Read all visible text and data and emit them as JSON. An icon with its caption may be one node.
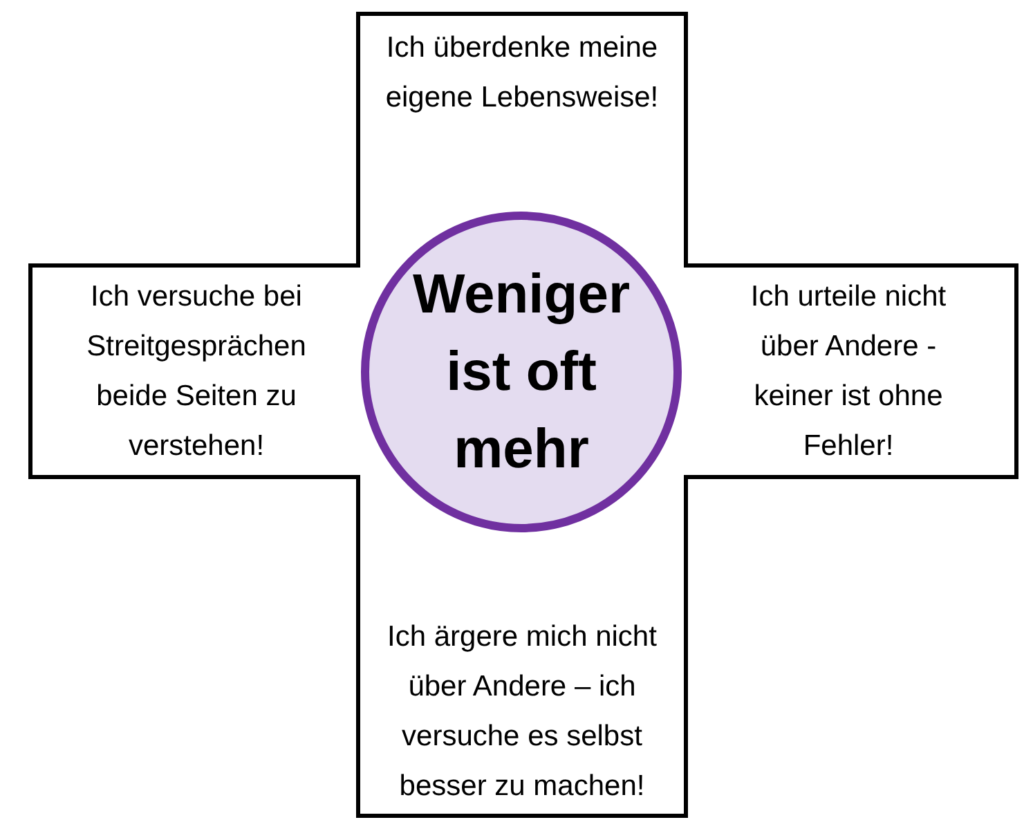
{
  "diagram": {
    "nodes": [
      {
        "text": [
          "Ich überdenke meine eigene Lebensweise!"
        ]
      },
      {
        "text": [
          "Ich versuche bei Streitgesprächen beide Seiten zu verstehen!"
        ]
      },
      {
        "text": [
          "Weniger ist oft mehr"
        ]
      },
      {
        "text": [
          "Ich urteile nicht über Andere - keiner ist ohne Fehler!"
        ]
      },
      {
        "text": [
          "Ich ärgere mich nicht über Andere – ich versuche es selbst besser zu machen!"
        ]
      }
    ],
    "edges": []
  }
}
